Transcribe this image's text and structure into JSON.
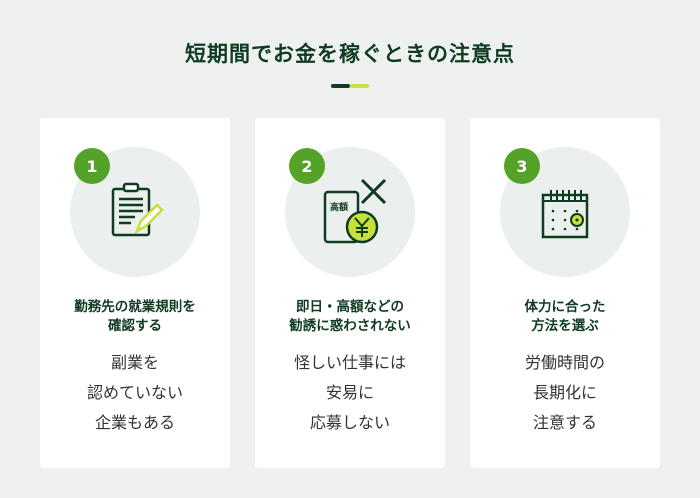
{
  "title": "短期間でお金を稼ぐときの注意点",
  "colors": {
    "dark": "#0f3b22",
    "accent": "#55a229",
    "lime": "#c7e03a"
  },
  "cards": [
    {
      "number": "1",
      "icon": "clipboard-pen-icon",
      "heading_lines": [
        "勤務先の就業規則を",
        "確認する"
      ],
      "body_lines": [
        "副業を",
        "認めていない",
        "企業もある"
      ]
    },
    {
      "number": "2",
      "icon": "phone-yen-cross-icon",
      "icon_label": "高額",
      "heading_lines": [
        "即日・高額などの",
        "勧誘に惑わされない"
      ],
      "body_lines": [
        "怪しい仕事には",
        "安易に",
        "応募しない"
      ]
    },
    {
      "number": "3",
      "icon": "calendar-icon",
      "heading_lines": [
        "体力に合った",
        "方法を選ぶ"
      ],
      "body_lines": [
        "労働時間の",
        "長期化に",
        "注意する"
      ]
    }
  ]
}
